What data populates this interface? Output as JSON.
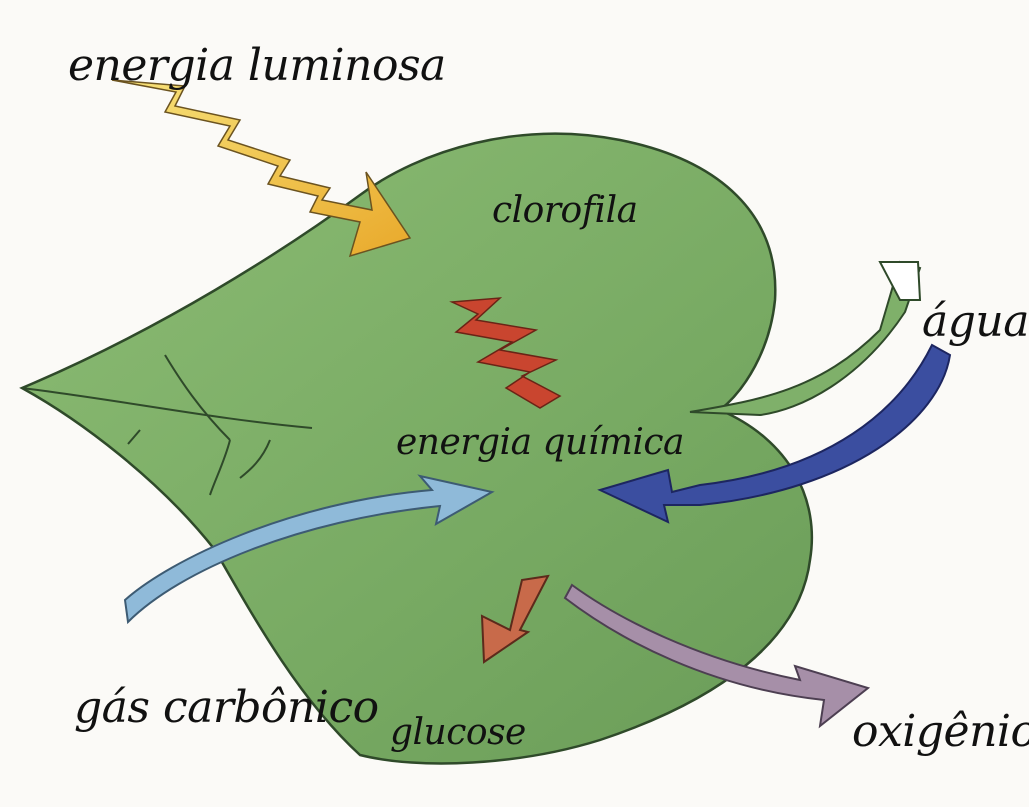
{
  "labels": {
    "light_energy": "energia luminosa",
    "chlorophyll": "clorofila",
    "chemical_energy": "energia química",
    "water": "água",
    "carbon_dioxide": "gás carbônico",
    "glucose": "glucose",
    "oxygen": "oxigênio"
  },
  "colors": {
    "leaf": "#7fb06a",
    "leaf_dark": "#5e9150",
    "light_arrow": "#f2c23a",
    "chemical_zigzag": "#c9452f",
    "water_arrow": "#3b4ea0",
    "co2_arrow": "#8fbad9",
    "glucose_arrow": "#c86a4a",
    "oxygen_arrow": "#a68fa8",
    "background": "#fbfaf7"
  }
}
